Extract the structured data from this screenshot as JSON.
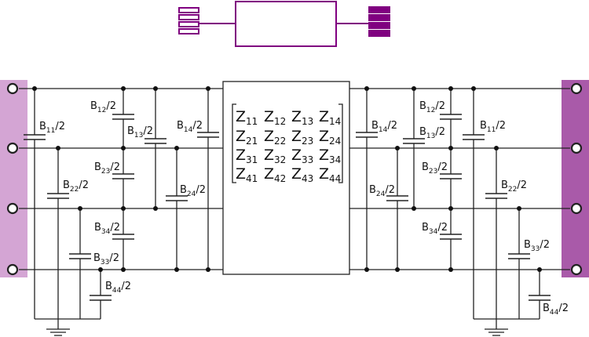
{
  "colors": {
    "accent": "#800080",
    "left_port_panel": "#d4a5d4",
    "right_port_panel": "#a95aa9",
    "wire": "#222222"
  },
  "symbol_icon": "two-port-multiconductor-block",
  "left_capacitors": [
    {
      "base": "B",
      "sub": "11",
      "suffix": "/2"
    },
    {
      "base": "B",
      "sub": "22",
      "suffix": "/2"
    },
    {
      "base": "B",
      "sub": "33",
      "suffix": "/2"
    },
    {
      "base": "B",
      "sub": "44",
      "suffix": "/2"
    },
    {
      "base": "B",
      "sub": "12",
      "suffix": "/2"
    },
    {
      "base": "B",
      "sub": "23",
      "suffix": "/2"
    },
    {
      "base": "B",
      "sub": "34",
      "suffix": "/2"
    },
    {
      "base": "B",
      "sub": "13",
      "suffix": "/2"
    },
    {
      "base": "B",
      "sub": "24",
      "suffix": "/2"
    },
    {
      "base": "B",
      "sub": "14",
      "suffix": "/2"
    }
  ],
  "right_capacitors": [
    {
      "base": "B",
      "sub": "14",
      "suffix": "/2"
    },
    {
      "base": "B",
      "sub": "24",
      "suffix": "/2"
    },
    {
      "base": "B",
      "sub": "13",
      "suffix": "/2"
    },
    {
      "base": "B",
      "sub": "12",
      "suffix": "/2"
    },
    {
      "base": "B",
      "sub": "23",
      "suffix": "/2"
    },
    {
      "base": "B",
      "sub": "34",
      "suffix": "/2"
    },
    {
      "base": "B",
      "sub": "11",
      "suffix": "/2"
    },
    {
      "base": "B",
      "sub": "22",
      "suffix": "/2"
    },
    {
      "base": "B",
      "sub": "33",
      "suffix": "/2"
    },
    {
      "base": "B",
      "sub": "44",
      "suffix": "/2"
    }
  ],
  "impedance_matrix": [
    [
      {
        "base": "Z",
        "sub": "11"
      },
      {
        "base": "Z",
        "sub": "12"
      },
      {
        "base": "Z",
        "sub": "13"
      },
      {
        "base": "Z",
        "sub": "14"
      }
    ],
    [
      {
        "base": "Z",
        "sub": "21"
      },
      {
        "base": "Z",
        "sub": "22"
      },
      {
        "base": "Z",
        "sub": "23"
      },
      {
        "base": "Z",
        "sub": "24"
      }
    ],
    [
      {
        "base": "Z",
        "sub": "31"
      },
      {
        "base": "Z",
        "sub": "32"
      },
      {
        "base": "Z",
        "sub": "33"
      },
      {
        "base": "Z",
        "sub": "34"
      }
    ],
    [
      {
        "base": "Z",
        "sub": "41"
      },
      {
        "base": "Z",
        "sub": "42"
      },
      {
        "base": "Z",
        "sub": "43"
      },
      {
        "base": "Z",
        "sub": "44"
      }
    ]
  ]
}
